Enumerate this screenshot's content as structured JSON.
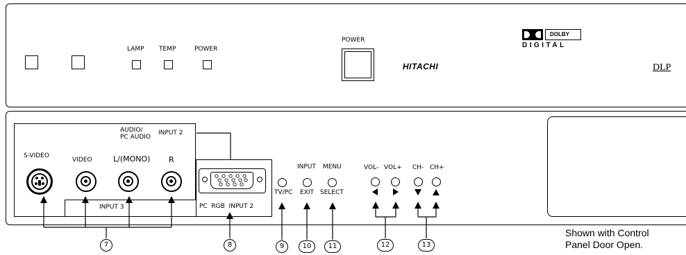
{
  "front_panel": {
    "indicators": [
      "LAMP",
      "TEMP",
      "POWER"
    ],
    "power_button_label": "POWER",
    "brand": "HITACHI",
    "dolby_line1": "DOLBY",
    "dolby_line2": "DIGITAL",
    "dlp_logo": "DLP"
  },
  "control_panel": {
    "audio_label": "AUDIO/\nPC AUDIO",
    "input2_top_label": "INPUT 2",
    "svideo_label": "S-VIDEO",
    "video_label": "VIDEO",
    "l_mono_label": "L/(MONO)",
    "r_label": "R",
    "input3_label": "INPUT 3",
    "pc_rgb_label": "PC  RGB  INPUT 2",
    "input_label": "INPUT",
    "menu_label": "MENU",
    "tvpc_label": "TV/PC",
    "exit_label": "EXIT",
    "select_label": "SELECT",
    "vol_minus_label": "VOL-",
    "vol_plus_label": "VOL+",
    "ch_minus_label": "CH-",
    "ch_plus_label": "CH+"
  },
  "callouts": [
    "7",
    "8",
    "9",
    "10",
    "11",
    "12",
    "13"
  ],
  "caption_line1": "Shown with Control",
  "caption_line2": "Panel Door Open."
}
